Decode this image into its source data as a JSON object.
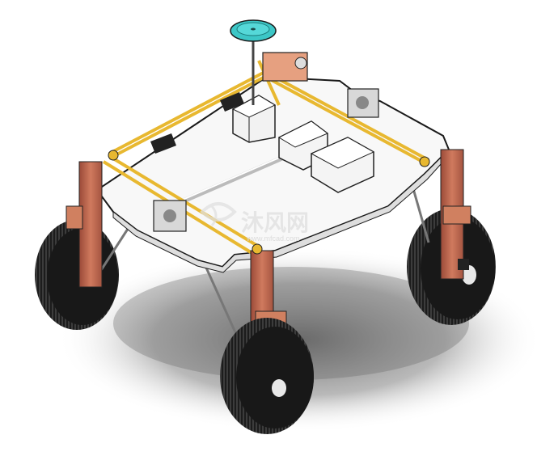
{
  "scene": {
    "subject": "robot-chassis-cad-model",
    "colors": {
      "background": "#ffffff",
      "shadow": "#8a8a8a",
      "platform": "#f8f8f8",
      "platform_edge": "#1a1a1a",
      "belt": "#e8b830",
      "leg": "#c06a50",
      "leg_dark": "#8a4030",
      "tire": "#1c1c1c",
      "tire_tread": "#3a3a3a",
      "beacon": "#3cc6c6",
      "block": "#f2f2f2"
    }
  },
  "watermark": {
    "brand_cn": "沐风网",
    "url": "www.mfcad.com",
    "color": "#e0e0e0"
  }
}
